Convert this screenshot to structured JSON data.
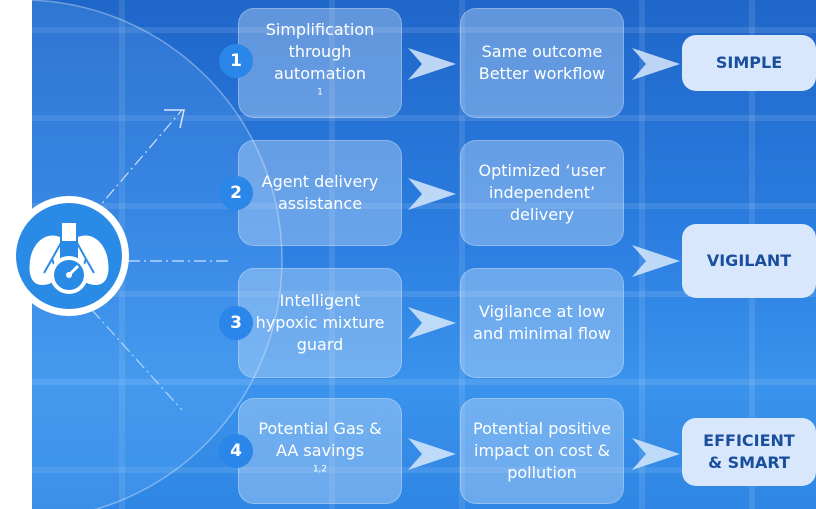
{
  "rows": [
    {
      "number": "1",
      "feature": "Simplification through automation",
      "feature_sup": "1",
      "outcome": "Same outcome Better workflow"
    },
    {
      "number": "2",
      "feature": "Agent delivery assistance",
      "feature_sup": "",
      "outcome": "Optimized ‘user independent’ delivery"
    },
    {
      "number": "3",
      "feature": "Intelligent hypoxic mixture guard",
      "feature_sup": "",
      "outcome": "Vigilance at low and minimal flow"
    },
    {
      "number": "4",
      "feature": "Potential Gas & AA savings",
      "feature_sup": "1,2",
      "outcome": "Potential positive impact on cost & pollution"
    }
  ],
  "results": [
    {
      "label": "SIMPLE"
    },
    {
      "label": "VIGILANT"
    },
    {
      "label": "EFFICIENT & SMART"
    }
  ],
  "icons": {
    "emblem": "lungs-gauge-icon",
    "chevron": "chevron-right-icon"
  },
  "colors": {
    "background": "#2b7de0",
    "badge": "#2b86ea",
    "result_text": "#1a4f9e",
    "result_fill": "#d8e7fb"
  }
}
